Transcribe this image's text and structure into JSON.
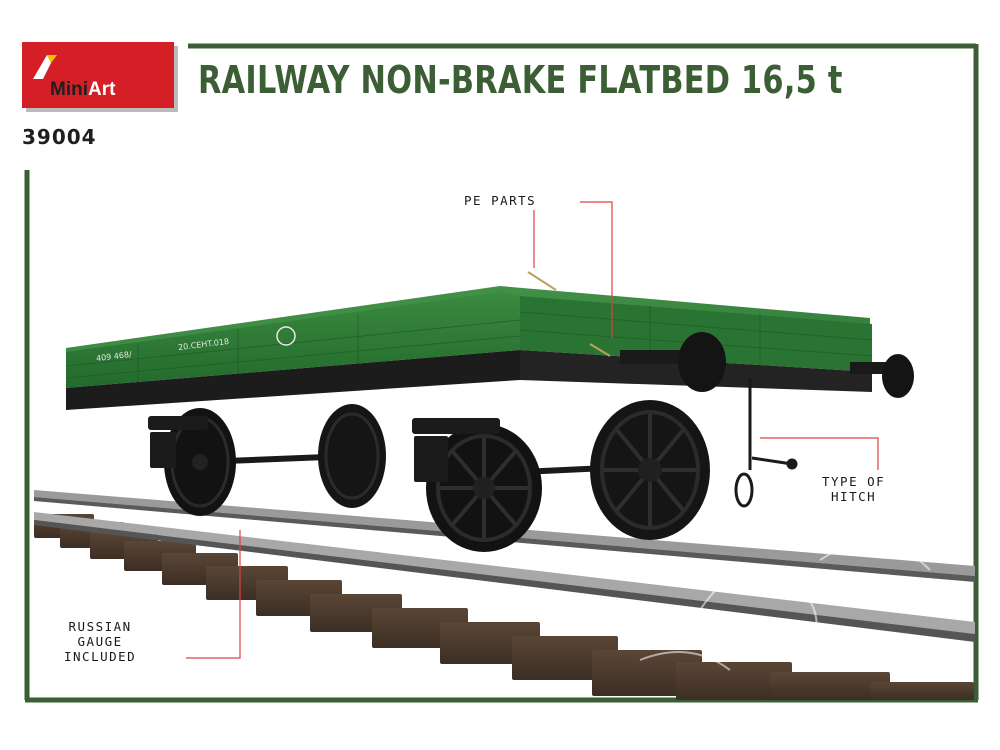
{
  "brand": {
    "name_part1": "Mini",
    "name_part2": "Art",
    "color": "#d41f26"
  },
  "title": "RAILWAY NON-BRAKE FLATBED 16,5 t",
  "product_code": "39004",
  "colors": {
    "frame": "#3b5e34",
    "wagon_body": "#2f7a36",
    "chassis": "#1c1c1c",
    "callout_line": "#e04040"
  },
  "callouts": {
    "pe_parts": "PE PARTS",
    "hitch": {
      "line1": "TYPE OF",
      "line2": "HITCH"
    },
    "gauge": {
      "line1": "RUSSIAN",
      "line2": "GAUGE",
      "line3": "INCLUDED"
    }
  },
  "wagon_markings": {
    "number": "409 468/",
    "date": "20.CEHT.018"
  }
}
